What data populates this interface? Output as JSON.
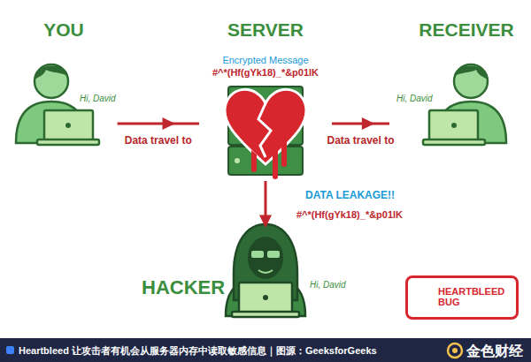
{
  "diagram": {
    "caption": "Heartbleed 让攻击者有机会从服务器内存中读取敏感信息｜图源：GeeksforGeeks",
    "nodes": [
      {
        "text": [
          "YOU",
          "Hi, David"
        ]
      },
      {
        "text": [
          "SERVER",
          "Encrypted Message",
          "#^*(Hf(gYk18)_*&p01lK"
        ]
      },
      {
        "text": [
          "RECEIVER",
          "Hi, David"
        ]
      },
      {
        "text": [
          "HACKER",
          "Hi, David"
        ]
      },
      {
        "text": [
          "HEARTBLEED BUG"
        ]
      }
    ],
    "edges": [
      {
        "from": 0,
        "to": 1,
        "arrow": "to",
        "label": "Data travel to"
      },
      {
        "from": 1,
        "to": 2,
        "arrow": "to",
        "label": "Data travel to"
      },
      {
        "from": 1,
        "to": 3,
        "arrow": "to",
        "label": "DATA LEAKAGE!!"
      }
    ],
    "labels": [
      "#^*(Hf(gYk18)_*&p01lK",
      "金色财经"
    ]
  }
}
